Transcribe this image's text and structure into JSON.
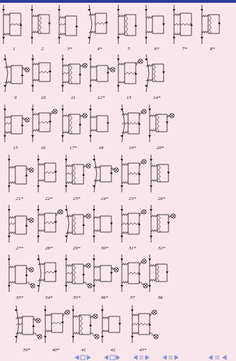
{
  "diagram": {
    "labels": [
      "1",
      "2",
      "3*",
      "4*",
      "5",
      "6*",
      "7*",
      "8*",
      "9",
      "10",
      "11",
      "12*",
      "13",
      "14*",
      "15",
      "16",
      "17*",
      "18",
      "19*",
      "20*",
      "21*",
      "22*",
      "23*",
      "24*",
      "25*",
      "26*",
      "27*",
      "28*",
      "29*",
      "30*",
      "31*",
      "32*",
      "33*",
      "34*",
      "35*",
      "36*",
      "37",
      "38",
      "39*",
      "40*",
      "41",
      "42",
      "43*"
    ]
  }
}
